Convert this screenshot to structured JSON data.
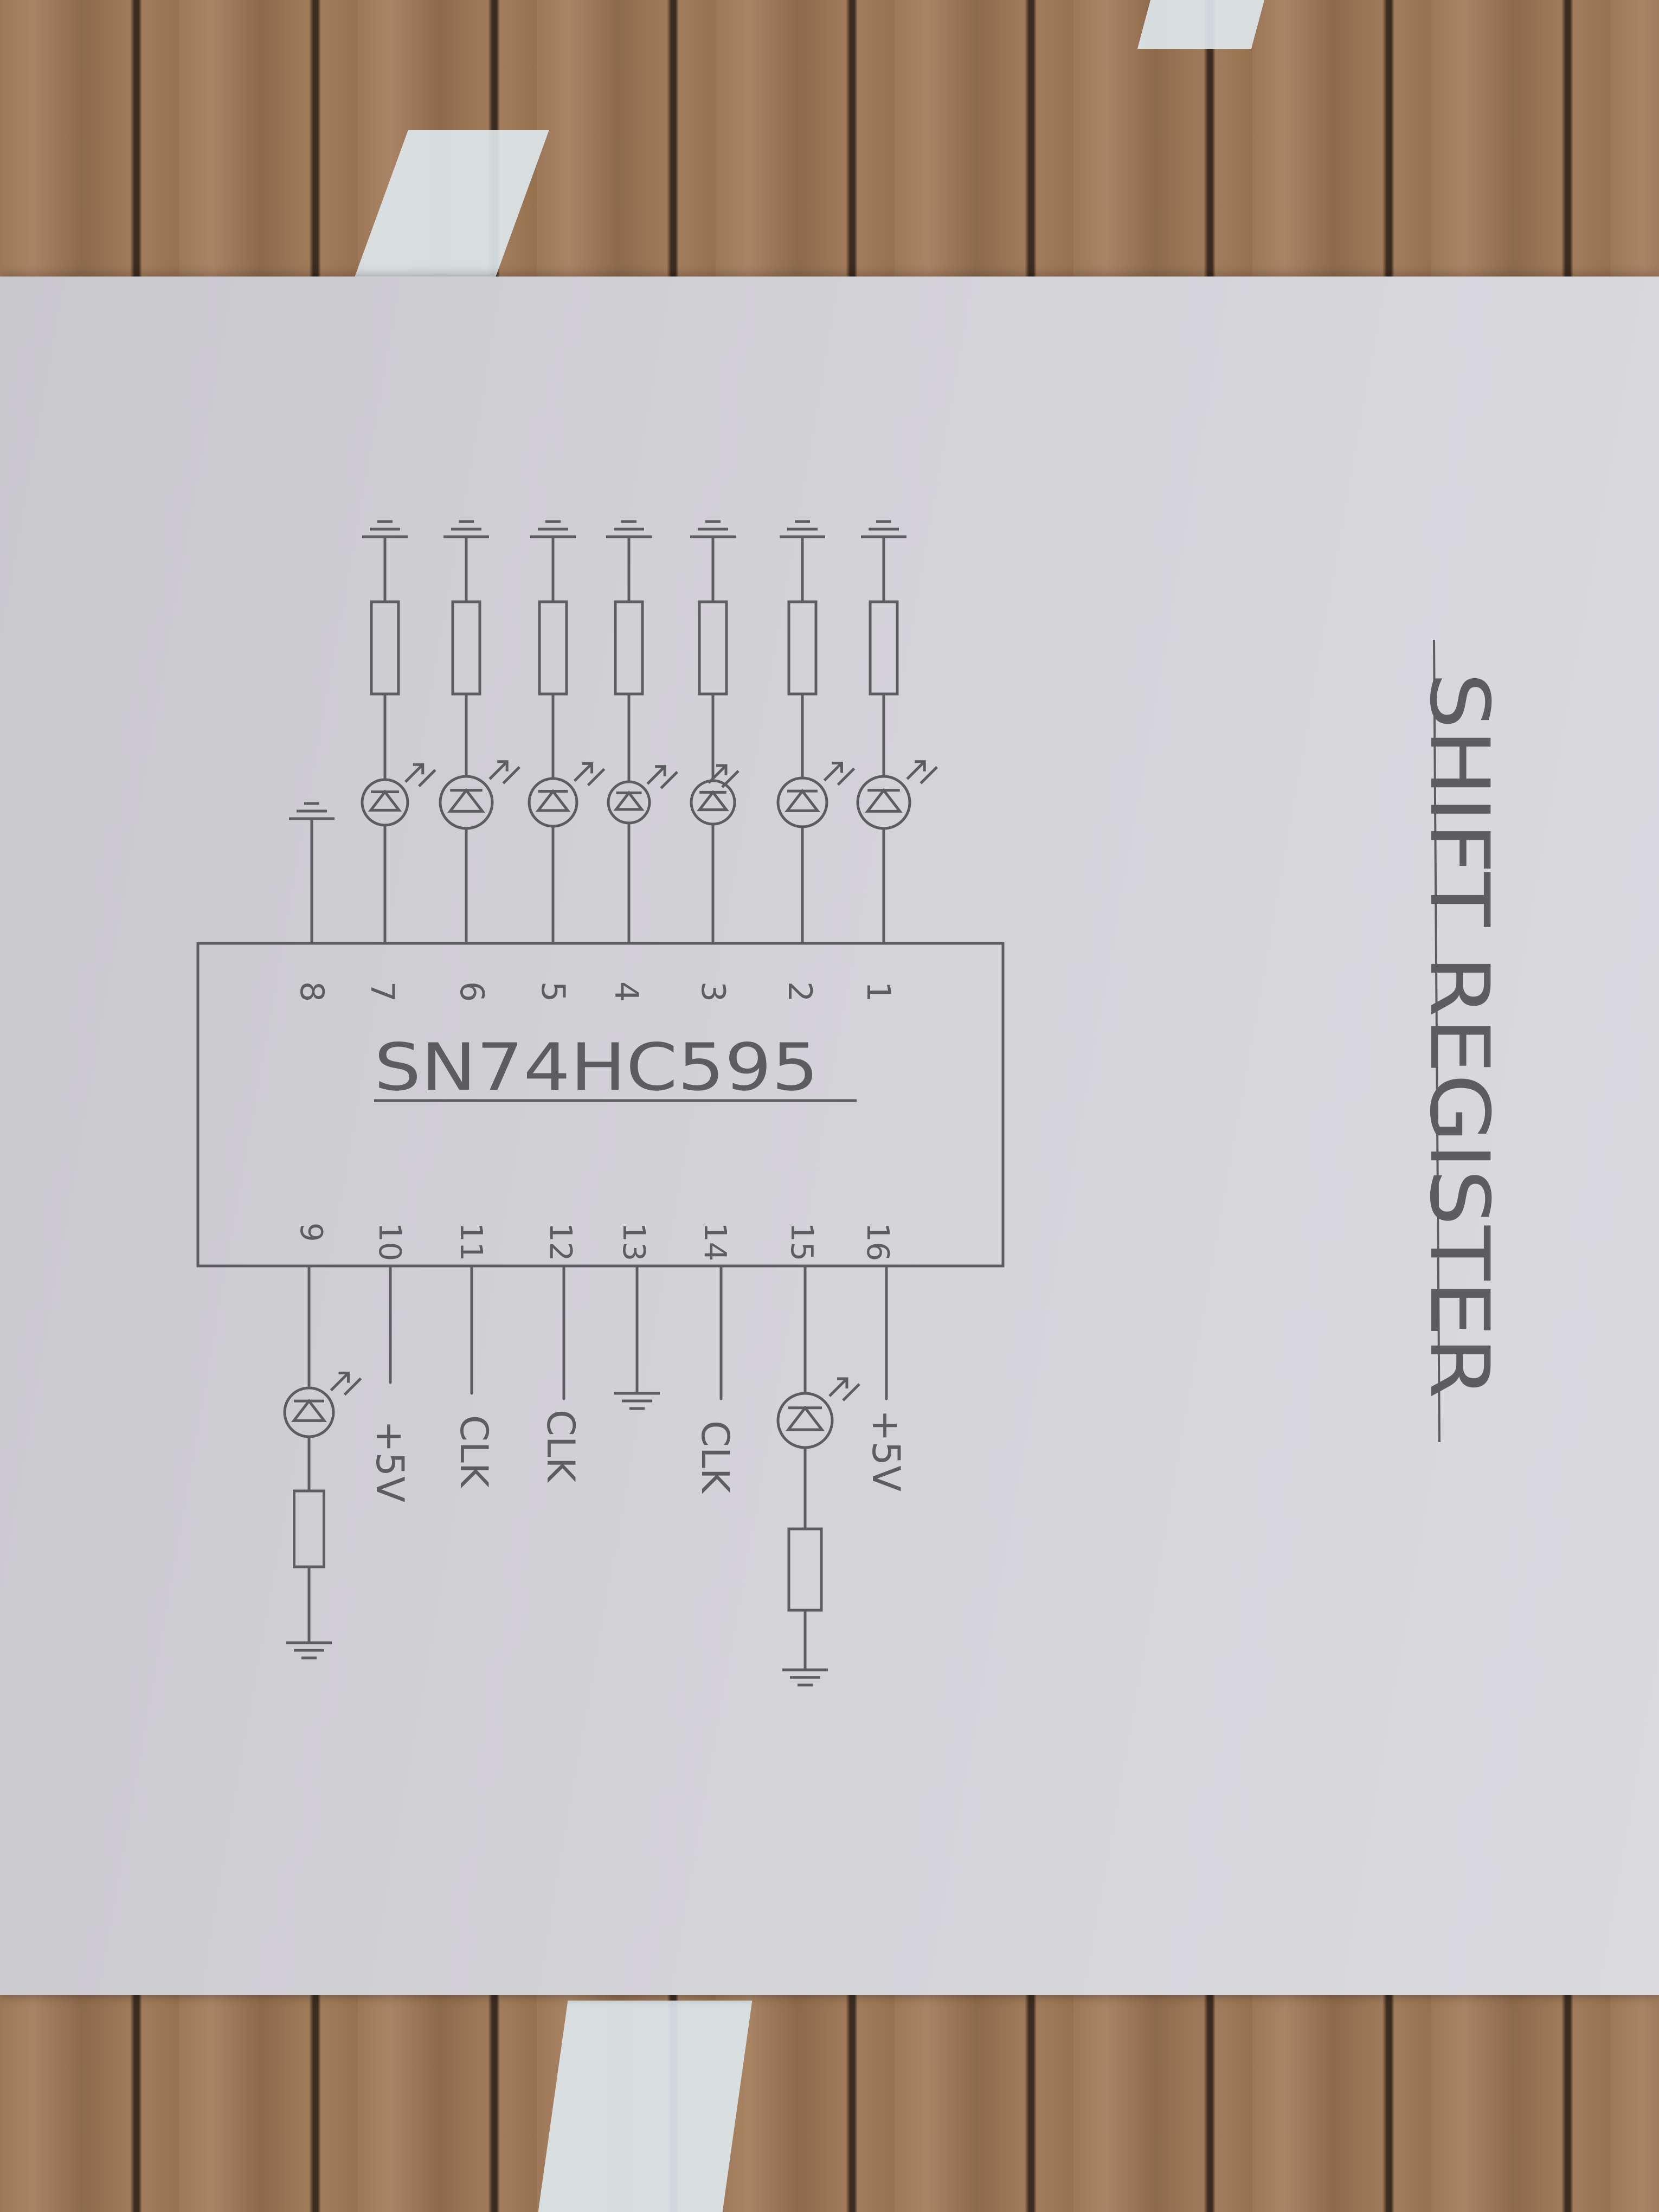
{
  "title": "SHIFT REGISTER",
  "chip": {
    "name": "SN74HC595",
    "top_pins": [
      "8",
      "7",
      "6",
      "5",
      "4",
      "3",
      "2",
      "1"
    ],
    "bottom_pins": [
      "9",
      "10",
      "11",
      "12",
      "13",
      "14",
      "15",
      "16"
    ]
  },
  "connections": {
    "pin10": "+5V",
    "pin11": "CLK",
    "pin12": "CLK",
    "pin14": "CLK",
    "pin16": "+5V"
  },
  "colors": {
    "ink": "#5d5d60",
    "paper": "#d3d2d7",
    "wood": "#9c7858"
  }
}
